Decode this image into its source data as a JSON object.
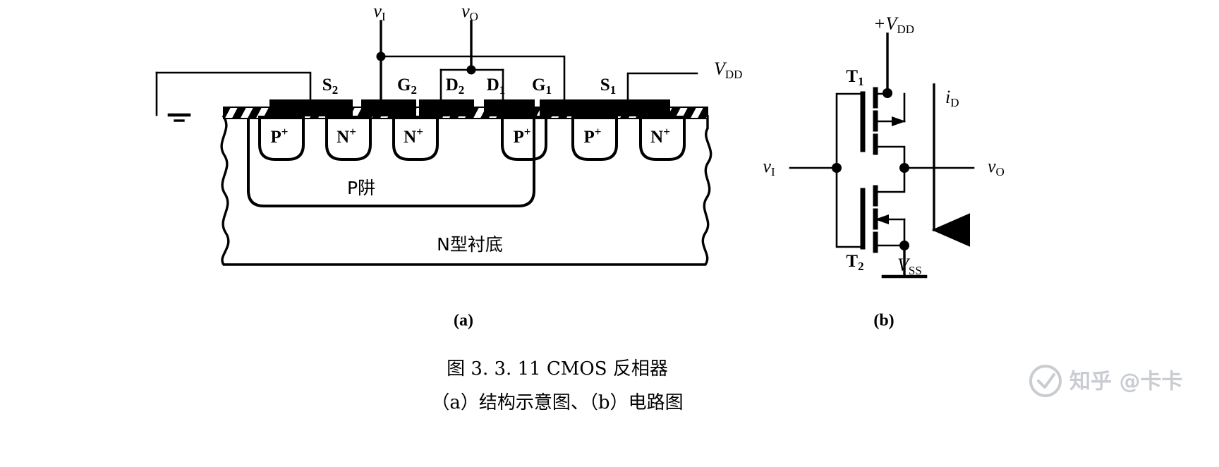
{
  "figure": {
    "part_a": {
      "label": "(a)",
      "terminals": [
        {
          "name": "v-i-terminal",
          "symbol": "v",
          "sub": "I"
        },
        {
          "name": "v-o-terminal",
          "symbol": "v",
          "sub": "O"
        },
        {
          "name": "vdd-terminal",
          "symbol": "V",
          "sub": "DD"
        }
      ],
      "electrodes": [
        {
          "name": "S2",
          "base": "S",
          "sub": "2"
        },
        {
          "name": "G2",
          "base": "G",
          "sub": "2"
        },
        {
          "name": "D2",
          "base": "D",
          "sub": "2"
        },
        {
          "name": "D1",
          "base": "D",
          "sub": "1"
        },
        {
          "name": "G1",
          "base": "G",
          "sub": "1"
        },
        {
          "name": "S1",
          "base": "S",
          "sub": "1"
        }
      ],
      "doped_regions": [
        {
          "label": "P",
          "sup": "+"
        },
        {
          "label": "N",
          "sup": "+"
        },
        {
          "label": "N",
          "sup": "+"
        },
        {
          "label": "P",
          "sup": "+"
        },
        {
          "label": "P",
          "sup": "+"
        },
        {
          "label": "N",
          "sup": "+"
        }
      ],
      "well_label": "P阱",
      "substrate_label": "N型衬底"
    },
    "part_b": {
      "label": "(b)",
      "supply_top": {
        "sign": "+",
        "symbol": "V",
        "sub": "DD"
      },
      "supply_bottom": {
        "symbol": "V",
        "sub": "SS"
      },
      "input": {
        "symbol": "v",
        "sub": "I"
      },
      "output": {
        "symbol": "v",
        "sub": "O"
      },
      "current": {
        "symbol": "i",
        "sub": "D"
      },
      "transistors": [
        {
          "base": "T",
          "sub": "1"
        },
        {
          "base": "T",
          "sub": "2"
        }
      ]
    },
    "caption": {
      "line1": "图 3. 3. 11    CMOS 反相器",
      "line2": "（a）结构示意图、（b）电路图"
    },
    "watermark": {
      "text": "知乎 @卡卡"
    }
  }
}
